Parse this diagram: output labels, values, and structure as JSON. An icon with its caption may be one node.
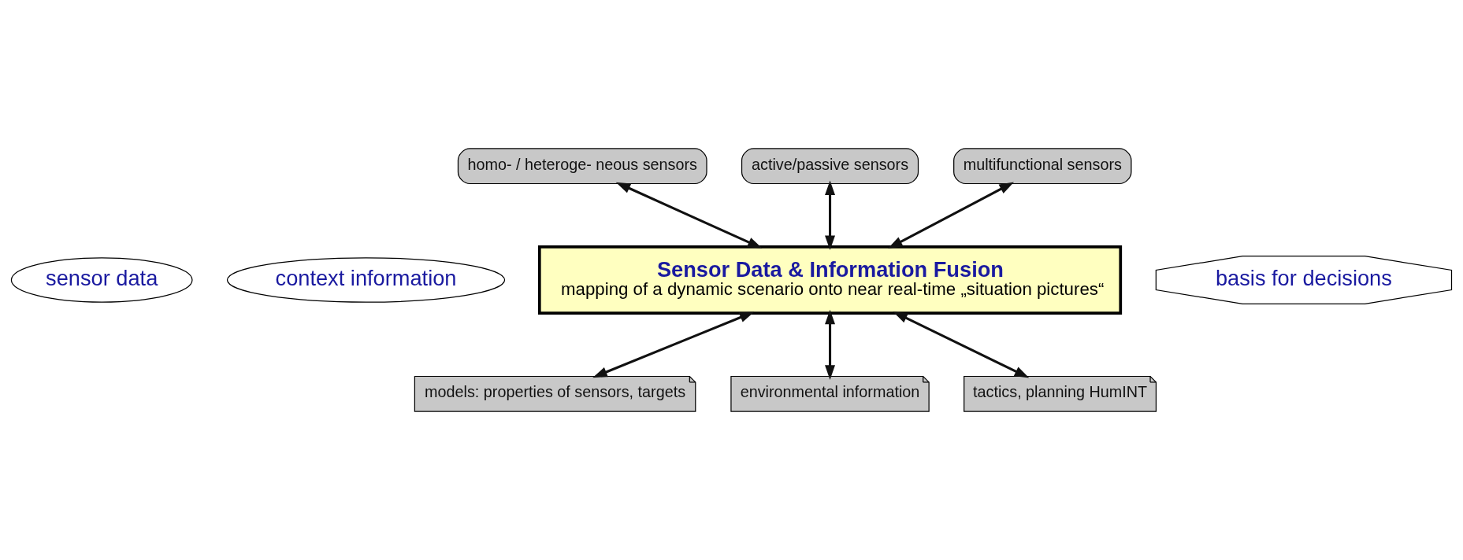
{
  "diagram": {
    "nodes": [
      {
        "text": [
          "homo- / heteroge- neous sensors"
        ]
      },
      {
        "text": [
          "active/passive sensors"
        ]
      },
      {
        "text": [
          "multifunctional sensors"
        ]
      },
      {
        "text": [
          "sensor data"
        ]
      },
      {
        "text": [
          "Sensor Data & Information Fusion",
          "mapping of a dynamic scenario onto near real-time „situation pictures“"
        ]
      },
      {
        "text": [
          "basis for decisions"
        ]
      },
      {
        "text": [
          "context information"
        ]
      },
      {
        "text": [
          "models: properties of sensors, targets"
        ]
      },
      {
        "text": [
          "environmental information"
        ]
      },
      {
        "text": [
          "tactics, planning HumINT"
        ]
      }
    ],
    "edges": [
      {
        "from": 0,
        "to": 4,
        "arrow": "both"
      },
      {
        "from": 1,
        "to": 4,
        "arrow": "both"
      },
      {
        "from": 2,
        "to": 4,
        "arrow": "both"
      },
      {
        "from": 4,
        "to": 7,
        "arrow": "both"
      },
      {
        "from": 4,
        "to": 8,
        "arrow": "both"
      },
      {
        "from": 4,
        "to": 9,
        "arrow": "both"
      }
    ]
  }
}
